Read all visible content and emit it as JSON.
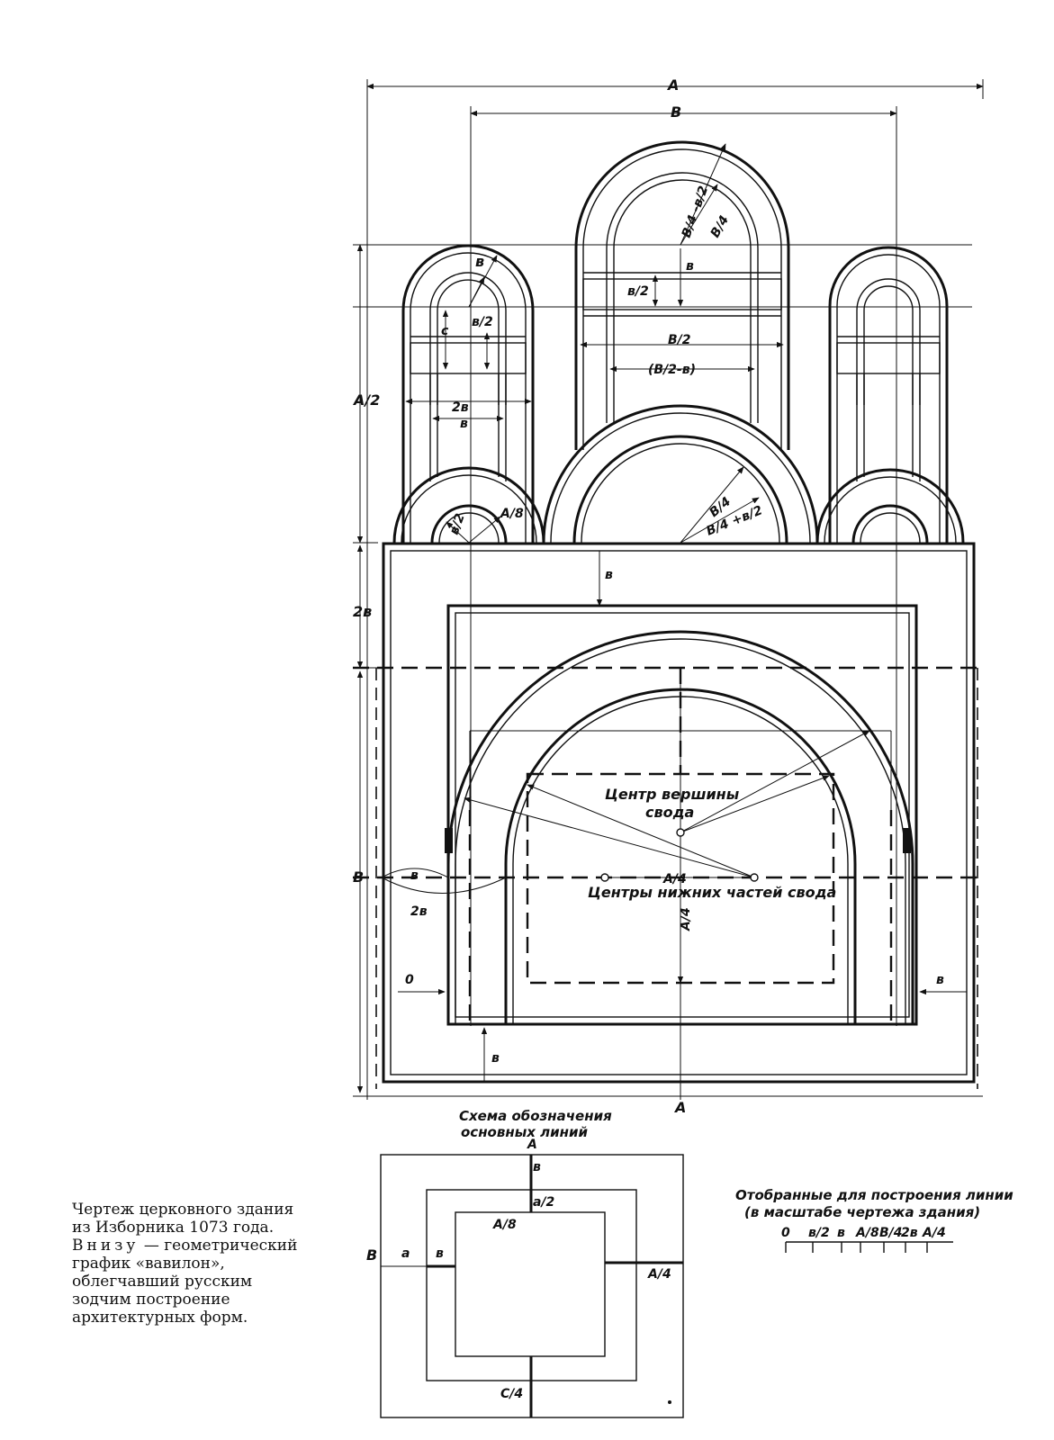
{
  "drawing": {
    "top_labels": {
      "A": "A",
      "B": "B"
    },
    "dims": {
      "b": "в",
      "b2": "в/2",
      "B2": "В/2",
      "B2_b": "(В/2-в)",
      "B4": "В/4",
      "B4_b2": "В/4 -в/2",
      "B4_b2b": "В/4 +в/2",
      "A2": "A/2",
      "A8": "A/8",
      "A4": "A/4",
      "twob": "2в",
      "c": "c",
      "zero": "0",
      "B_left": "В"
    },
    "center_top": "Центр вершины",
    "center_top2": "свода",
    "centers_low": "Центры нижних частей свода",
    "bottom_A": "A"
  },
  "scheme": {
    "title1": "Схема обозначения",
    "title2": "основных линий",
    "A": "A",
    "b": "в",
    "a2": "a/2",
    "A8": "A/8",
    "B": "В",
    "a": "a",
    "b_left": "в",
    "A4": "A/4",
    "C4": "C/4"
  },
  "scale": {
    "title1": "Отобранные для построения линии",
    "title2": "(в масштабе чертежа здания)",
    "ticks": [
      "0",
      "в/2",
      "в",
      "A/8",
      "В/4",
      "2в",
      "A/4"
    ]
  },
  "caption": {
    "line1": "Чертеж церковного здания",
    "line2": "из Изборника 1073 года.",
    "line3_a": "Внизу",
    "line3_b": " — геометрический",
    "line4": "график «вавилон»,",
    "line5": "облегчавший русским",
    "line6": "зодчим построение",
    "line7": "архитектурных форм."
  }
}
